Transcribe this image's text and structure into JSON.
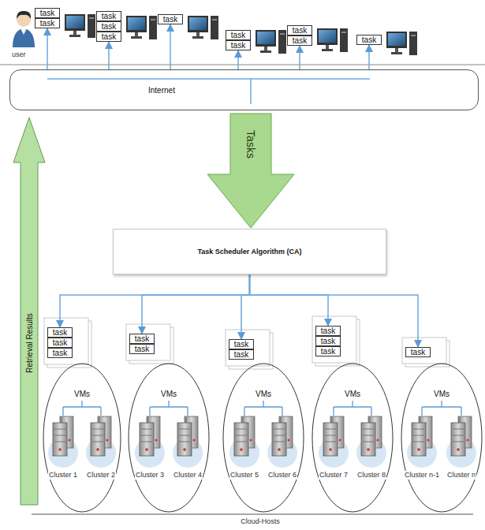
{
  "diagram": {
    "nodes": [
      {
        "text": [
          "task"
        ]
      },
      {
        "text": [
          "task"
        ]
      },
      {
        "text": [
          "task"
        ]
      },
      {
        "text": [
          "task"
        ]
      },
      {
        "text": [
          "task"
        ]
      },
      {
        "text": [
          "task"
        ]
      },
      {
        "text": [
          "task"
        ]
      },
      {
        "text": [
          "task"
        ]
      },
      {
        "text": [
          "task"
        ]
      },
      {
        "text": [
          "task"
        ]
      },
      {
        "text": [
          "task"
        ]
      },
      {
        "text": [
          "Internet"
        ]
      },
      {
        "text": [
          "Retrieval Results"
        ]
      },
      {
        "text": [
          "Tasks"
        ]
      },
      {
        "text": [
          "Task Scheduler Algorithm (CA)"
        ]
      },
      {
        "text": [
          "task"
        ]
      },
      {
        "text": [
          "task"
        ]
      },
      {
        "text": [
          "task"
        ]
      },
      {
        "text": [
          "task"
        ]
      },
      {
        "text": [
          "task"
        ]
      },
      {
        "text": [
          "task"
        ]
      },
      {
        "text": [
          "task"
        ]
      },
      {
        "text": [
          "task"
        ]
      },
      {
        "text": [
          "task"
        ]
      },
      {
        "text": [
          "task"
        ]
      },
      {
        "text": [
          "task"
        ]
      },
      {
        "text": [
          "VMs"
        ]
      },
      {
        "text": [
          "VMs"
        ]
      },
      {
        "text": [
          "VMs"
        ]
      },
      {
        "text": [
          "VMs"
        ]
      },
      {
        "text": [
          "VMs"
        ]
      }
    ],
    "edges": [
      {
        "from": 11,
        "to": 1,
        "arrow": "to"
      },
      {
        "from": 11,
        "to": 4,
        "arrow": "to"
      },
      {
        "from": 11,
        "to": 5,
        "arrow": "to"
      },
      {
        "from": 11,
        "to": 7,
        "arrow": "to"
      },
      {
        "from": 11,
        "to": 9,
        "arrow": "to"
      },
      {
        "from": 11,
        "to": 10,
        "arrow": "to"
      },
      {
        "from": 14,
        "to": 15,
        "arrow": "to"
      },
      {
        "from": 14,
        "to": 18,
        "arrow": "to"
      },
      {
        "from": 14,
        "to": 20,
        "arrow": "to"
      },
      {
        "from": 14,
        "to": 22,
        "arrow": "to"
      },
      {
        "from": 14,
        "to": 25,
        "arrow": "to"
      }
    ],
    "labels": [
      "user",
      "Cluster 1",
      "Cluster 2",
      "Cluster 3",
      "Cluster 4",
      "Cluster 5",
      "Cluster 6",
      "Cluster 7",
      "Cluster 8",
      "Cluster n-1",
      "Cluster n",
      "Cloud-Hosts"
    ]
  }
}
